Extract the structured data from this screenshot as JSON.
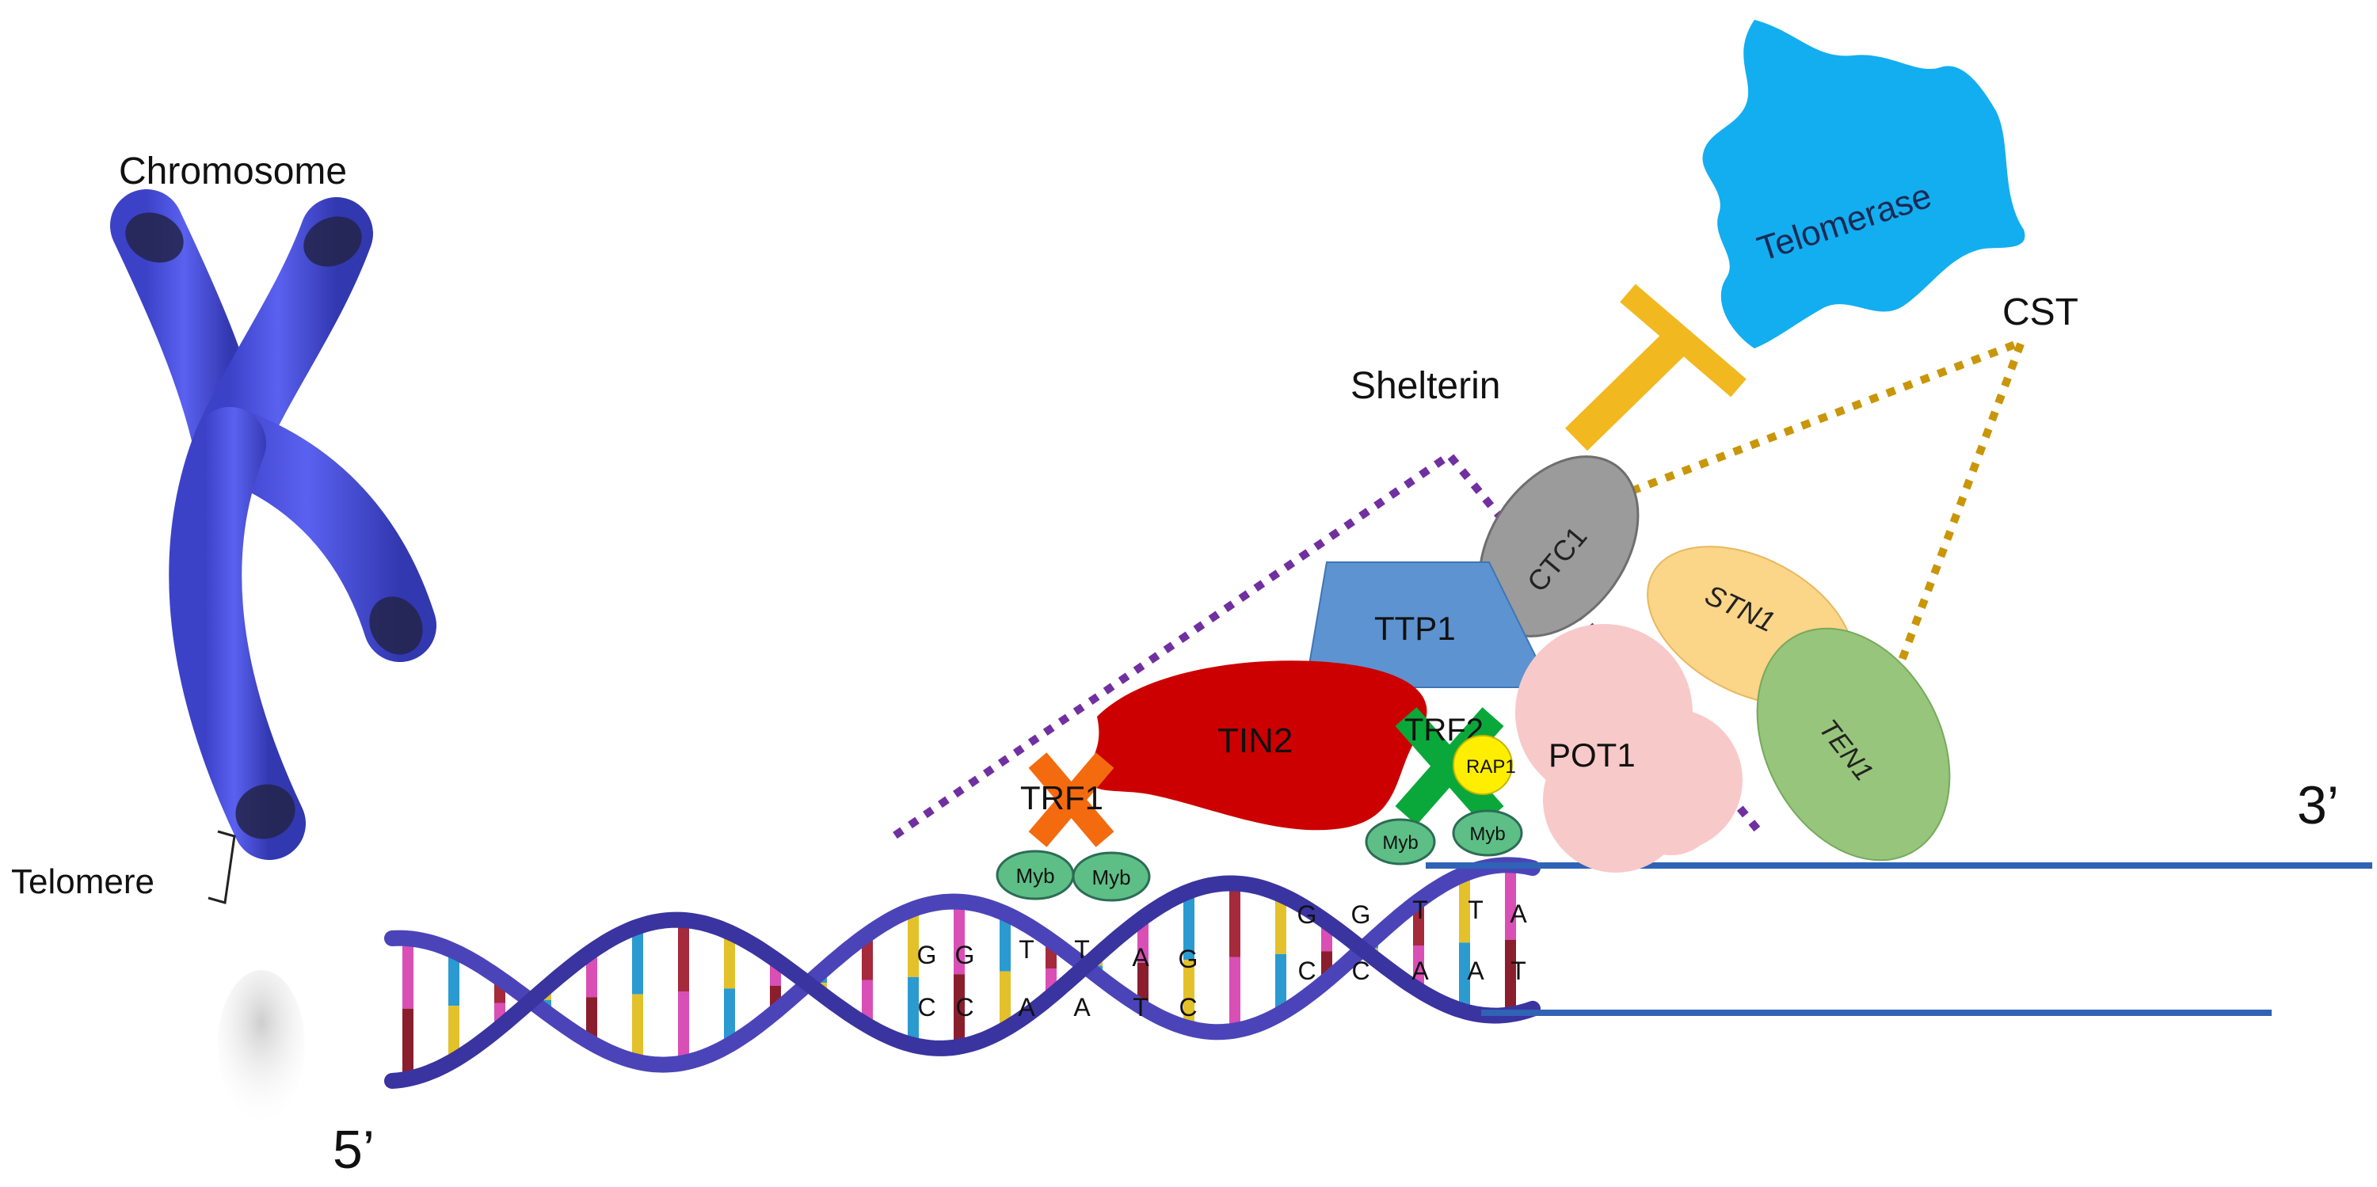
{
  "labels": {
    "chromosome": "Chromosome",
    "telomere": "Telomere",
    "shelterin": "Shelterin",
    "cst": "CST",
    "five_prime": "5’",
    "three_prime": "3’"
  },
  "proteins": {
    "telomerase": "Telomerase",
    "ctc1": "CTC1",
    "stn1": "STN1",
    "ten1": "TEN1",
    "ttp1": "TTP1",
    "tin2": "TIN2",
    "trf1": "TRF1",
    "trf2": "TRF2",
    "rap1": "RAP1",
    "pot1": "POT1",
    "myb": "Myb"
  },
  "bases": {
    "top": [
      "G",
      "G",
      "T",
      "T",
      "A",
      "G",
      "G",
      "G",
      "T",
      "T",
      "A"
    ],
    "bottom": [
      "C",
      "C",
      "A",
      "A",
      "T",
      "C",
      "C",
      "C",
      "A",
      "A",
      "T"
    ]
  },
  "colors": {
    "chromosome": "#4a52e0",
    "chromosome_tip": "#23254a",
    "dna_backbone": "#4b44b8",
    "strand_line": "#2f63b5",
    "telomerase": "#12aef0",
    "inhibitor": "#f1b81f",
    "ctc1": "#9b9b9b",
    "stn1": "#fbd588",
    "ten1": "#97c57c",
    "ttp1": "#5d93d0",
    "tin2": "#cc0000",
    "trf1": "#f46a0e",
    "trf2": "#0aa83a",
    "rap1": "#ffee00",
    "pot1": "#f8c9c9",
    "myb": "#5dbf86",
    "shelterin_outline": "#7030a0",
    "cst_outline": "#c9960a"
  }
}
